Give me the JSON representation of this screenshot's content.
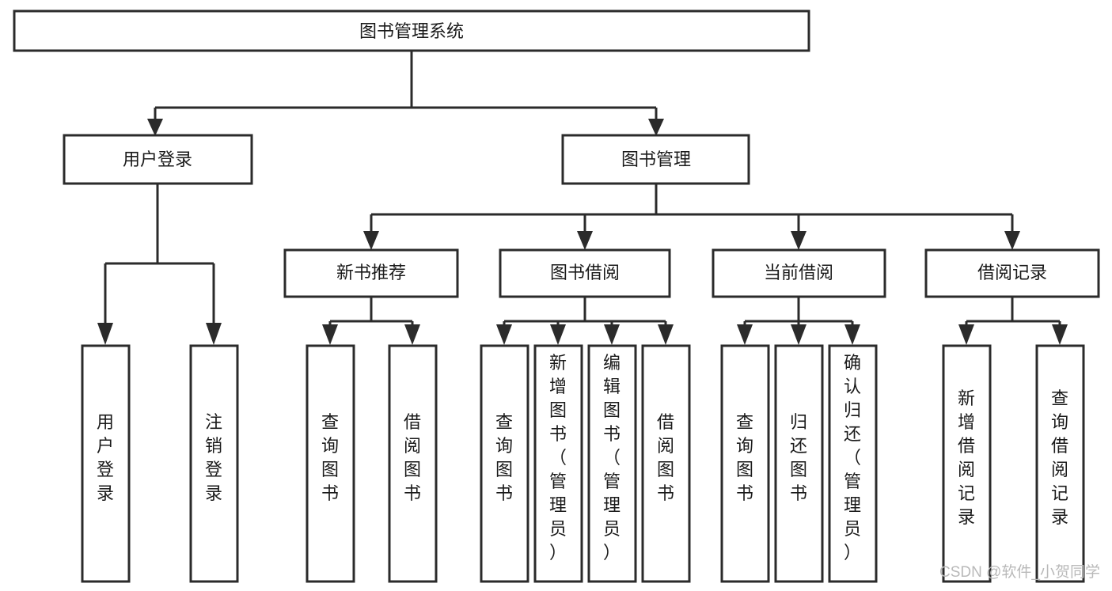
{
  "diagram": {
    "title": "图书管理系统",
    "type": "tree-hierarchy",
    "orientation": "top-down",
    "root": {
      "label": "图书管理系统",
      "text_direction": "horizontal"
    },
    "level2": [
      {
        "id": "user-login",
        "label": "用户登录",
        "text_direction": "horizontal"
      },
      {
        "id": "book-management",
        "label": "图书管理",
        "text_direction": "horizontal"
      }
    ],
    "level3": [
      {
        "id": "new-book-recommend",
        "label": "新书推荐",
        "text_direction": "horizontal",
        "parent": "book-management"
      },
      {
        "id": "book-borrow",
        "label": "图书借阅",
        "text_direction": "horizontal",
        "parent": "book-management"
      },
      {
        "id": "current-borrow",
        "label": "当前借阅",
        "text_direction": "horizontal",
        "parent": "book-management"
      },
      {
        "id": "borrow-record",
        "label": "借阅记录",
        "text_direction": "horizontal",
        "parent": "book-management"
      }
    ],
    "leaves": [
      {
        "id": "leaf-user-login",
        "label": "用户登录",
        "text_direction": "vertical",
        "parent": "user-login"
      },
      {
        "id": "leaf-user-logout",
        "label": "注销登录",
        "text_direction": "vertical",
        "parent": "user-login"
      },
      {
        "id": "leaf-query-book-1",
        "label": "查询图书",
        "text_direction": "vertical",
        "parent": "new-book-recommend"
      },
      {
        "id": "leaf-borrow-book-1",
        "label": "借阅图书",
        "text_direction": "vertical",
        "parent": "new-book-recommend"
      },
      {
        "id": "leaf-query-book-2",
        "label": "查询图书",
        "text_direction": "vertical",
        "parent": "book-borrow"
      },
      {
        "id": "leaf-add-book",
        "label": "新增图书（管理员）",
        "text_direction": "vertical",
        "parent": "book-borrow"
      },
      {
        "id": "leaf-edit-book",
        "label": "编辑图书（管理员）",
        "text_direction": "vertical",
        "parent": "book-borrow"
      },
      {
        "id": "leaf-borrow-book-2",
        "label": "借阅图书",
        "text_direction": "vertical",
        "parent": "book-borrow"
      },
      {
        "id": "leaf-query-book-3",
        "label": "查询图书",
        "text_direction": "vertical",
        "parent": "current-borrow"
      },
      {
        "id": "leaf-return-book",
        "label": "归还图书",
        "text_direction": "vertical",
        "parent": "current-borrow"
      },
      {
        "id": "leaf-confirm-return",
        "label": "确认归还（管理员）",
        "text_direction": "vertical",
        "parent": "current-borrow"
      },
      {
        "id": "leaf-add-record",
        "label": "新增借阅记录",
        "text_direction": "vertical",
        "parent": "borrow-record"
      },
      {
        "id": "leaf-query-record",
        "label": "查询借阅记录",
        "text_direction": "vertical",
        "parent": "borrow-record"
      }
    ],
    "colors": {
      "box_stroke": "#2b2b2b",
      "box_fill": "#ffffff",
      "connector": "#2b2b2b",
      "text": "#1a1a1a",
      "watermark": "#b9b9b9",
      "background": "#ffffff"
    }
  },
  "watermark": {
    "label": "CSDN @软件_小贺同学"
  }
}
